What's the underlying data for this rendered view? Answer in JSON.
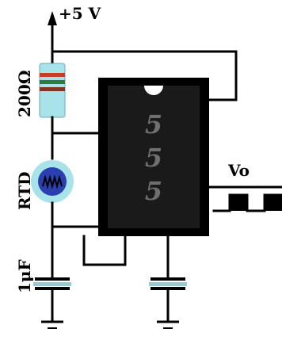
{
  "supply_label": "+5 V",
  "resistor_label": "200Ω",
  "sensor_label": "RTD",
  "capacitor_label": "1μF",
  "output_label": "Vo",
  "chip_digits": [
    "5",
    "5",
    "5"
  ],
  "colors": {
    "wire": "#000000",
    "chip_body": "#000000",
    "chip_face": "#1a1a1a",
    "resistor_body": "#a9e3ea",
    "resistor_band_1": "#cc3a2e",
    "resistor_band_2": "#2a7d3a",
    "resistor_band_3": "#7a3a1e",
    "rtd_outer": "#a9e3ea",
    "rtd_inner": "#2a3fb0",
    "rtd_element": "#d8473c",
    "capacitor_plate": "#98c9cf"
  }
}
